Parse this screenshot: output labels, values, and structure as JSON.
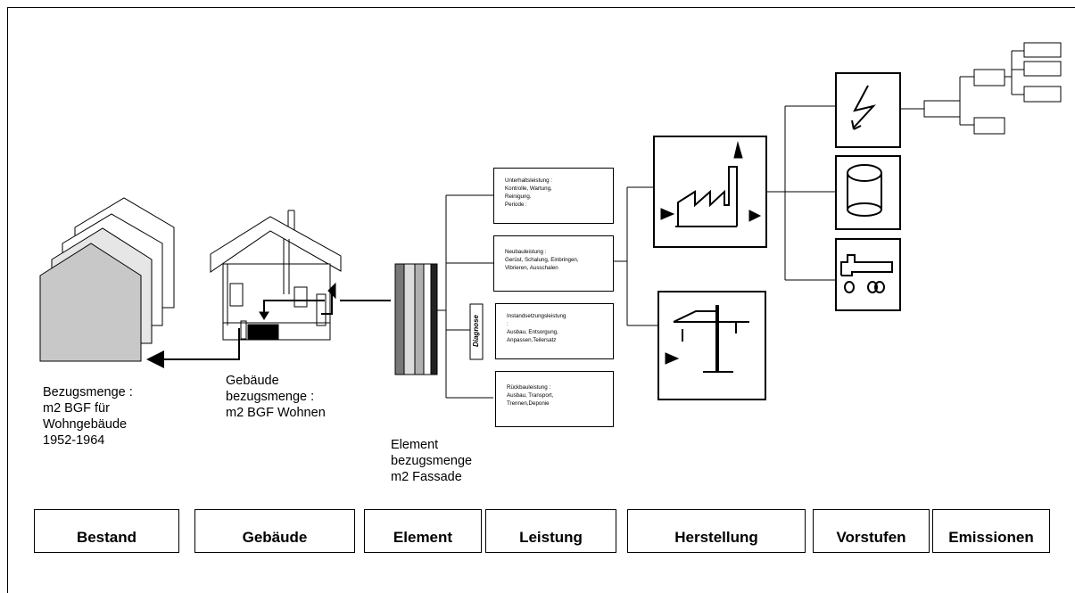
{
  "labels": {
    "bestand_ref": [
      "Bezugsmenge :",
      "m2 BGF für",
      "Wohngebäude",
      "1952-1964"
    ],
    "gebaeude_ref": [
      "Gebäude",
      "bezugsmenge :",
      "m2 BGF Wohnen"
    ],
    "element_ref": [
      "Element",
      "bezugsmenge",
      "m2 Fassade"
    ],
    "diagnose": "Diagnose"
  },
  "leistungen": [
    {
      "lines": [
        "Unterhaltsleistung :",
        "Kontrolle, Wartung,",
        "Reinigung.",
        "Periode :"
      ]
    },
    {
      "lines": [
        "Neubauleistung :",
        "Gerüst, Schalung, Einbringen,",
        "Vibrieren, Ausschalen"
      ]
    },
    {
      "lines": [
        "Instandsetzungsleistung",
        ":",
        "Ausbau, Entsorgung,",
        "Anpassen,Teilersatz"
      ]
    },
    {
      "lines": [
        "Rückbauleistung :",
        "Ausbau, Transport,",
        "Trennen,Deponie"
      ]
    }
  ],
  "categories": [
    "Bestand",
    "Gebäude",
    "Element",
    "Leistung",
    "Herstellung",
    "Vorstufen",
    "Emissionen"
  ],
  "icons": [
    "houses-icon",
    "building-section-icon",
    "facade-element-icon",
    "factory-icon",
    "crane-icon",
    "electricity-icon",
    "tank-icon",
    "truck-icon"
  ]
}
